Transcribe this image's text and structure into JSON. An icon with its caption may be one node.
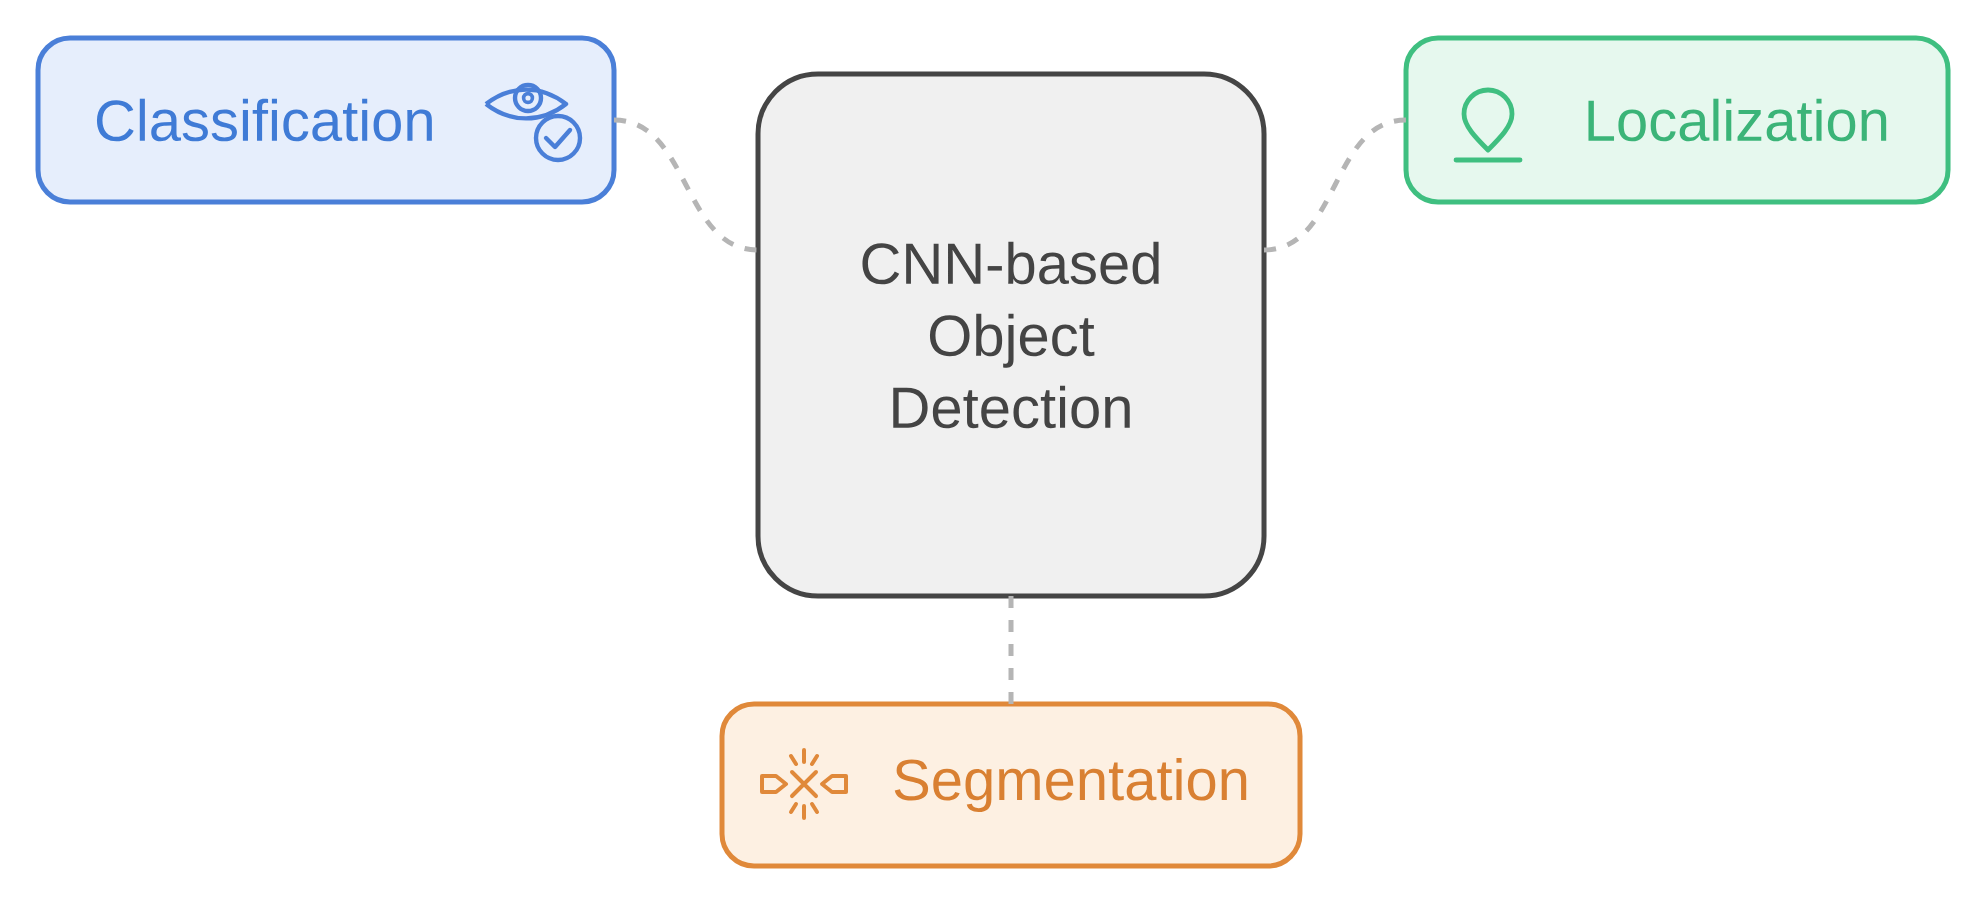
{
  "diagram": {
    "nodes": [
      {
        "text": [
          "Classification"
        ]
      },
      {
        "text": [
          "CNN-based Object Detection"
        ]
      },
      {
        "text": [
          "Localization"
        ]
      },
      {
        "text": [
          "Segmentation"
        ]
      }
    ],
    "edges": [
      {
        "from": 0,
        "to": 1,
        "arrow": "none",
        "style": "dashed"
      },
      {
        "from": 1,
        "to": 2,
        "arrow": "none",
        "style": "dashed"
      },
      {
        "from": 1,
        "to": 3,
        "arrow": "none",
        "style": "dashed"
      }
    ]
  }
}
